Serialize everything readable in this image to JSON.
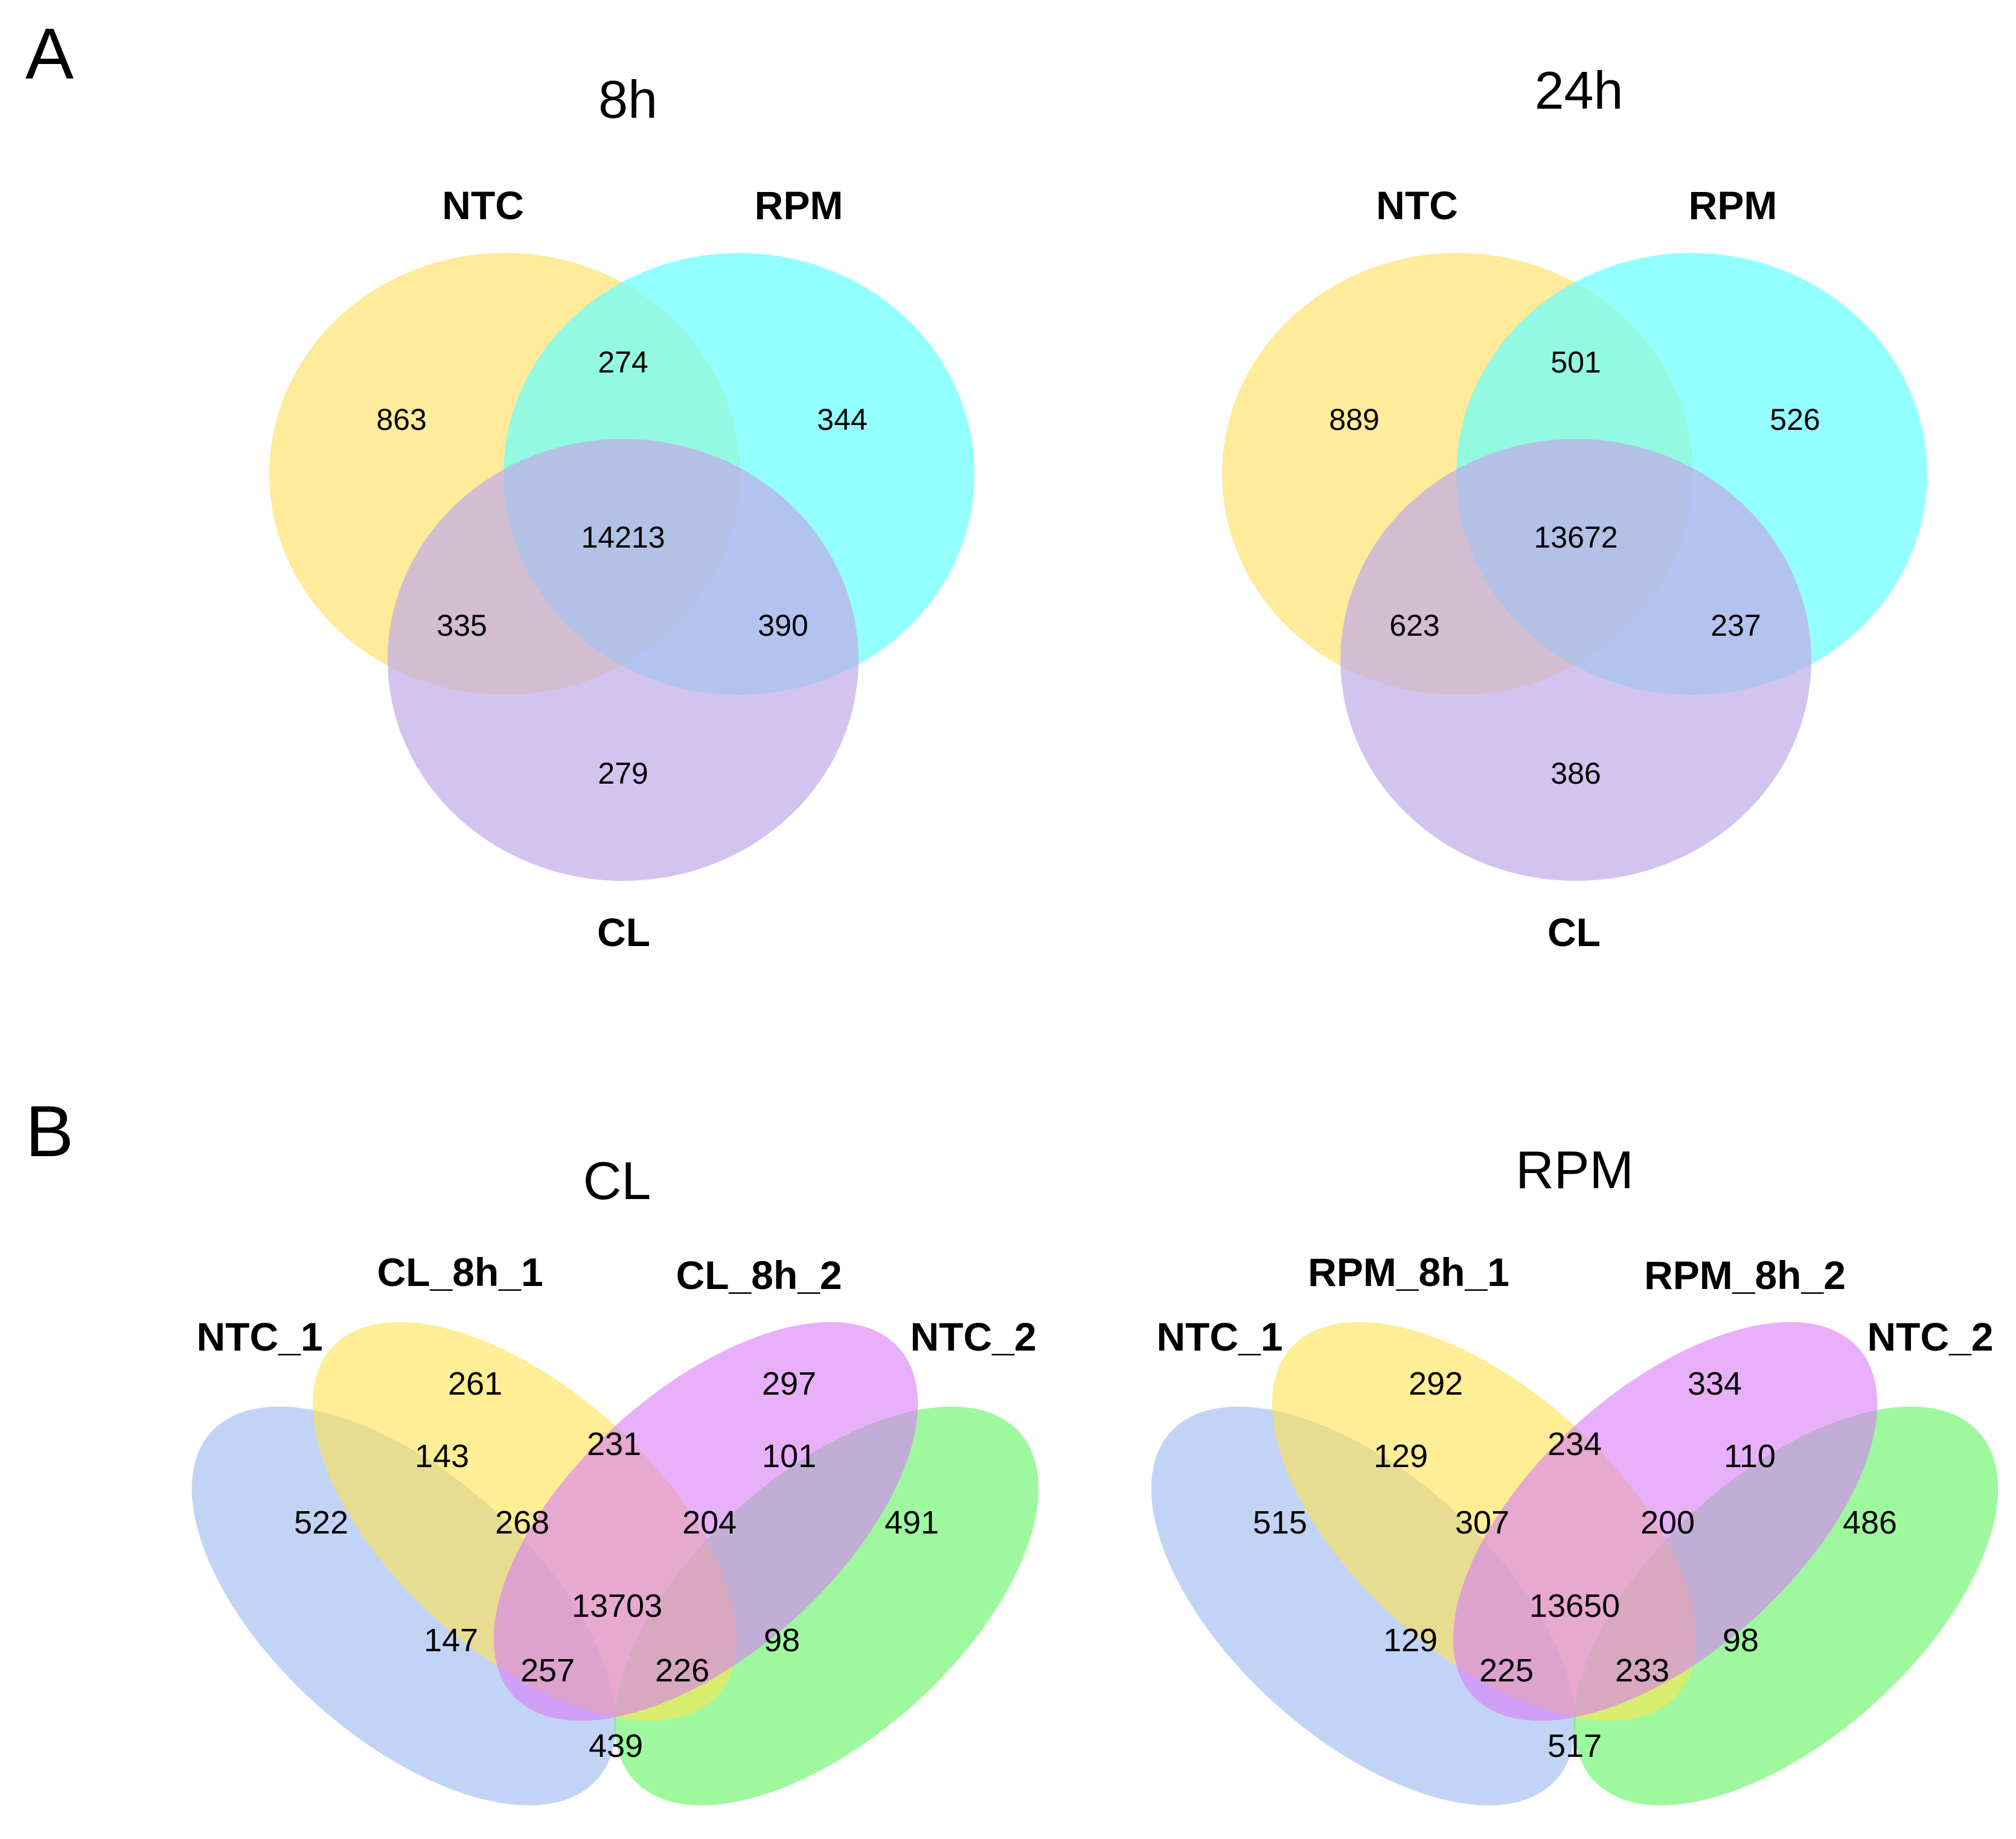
{
  "panels": [
    {
      "letter": "A"
    },
    {
      "letter": "B"
    }
  ],
  "venn3": [
    {
      "title": "8h",
      "sets": [
        {
          "label": "NTC",
          "color": "#ffe680"
        },
        {
          "label": "RPM",
          "color": "#66ffff"
        },
        {
          "label": "CL",
          "color": "#c0aae8"
        }
      ],
      "counts": {
        "ntc_only": "863",
        "rpm_only": "344",
        "cl_only": "279",
        "ntc_rpm": "274",
        "ntc_cl": "335",
        "rpm_cl": "390",
        "all": "14213"
      }
    },
    {
      "title": "24h",
      "sets": [
        {
          "label": "NTC",
          "color": "#ffe680"
        },
        {
          "label": "RPM",
          "color": "#66ffff"
        },
        {
          "label": "CL",
          "color": "#c0aae8"
        }
      ],
      "counts": {
        "ntc_only": "889",
        "rpm_only": "526",
        "cl_only": "386",
        "ntc_rpm": "501",
        "ntc_cl": "623",
        "rpm_cl": "237",
        "all": "13672"
      }
    }
  ],
  "venn4": [
    {
      "title": "CL",
      "sets": [
        {
          "label": "NTC_1",
          "color": "#8fb0ee"
        },
        {
          "label": "CL_8h_1",
          "color": "#ffe34f"
        },
        {
          "label": "CL_8h_2",
          "color": "#d97cf8"
        },
        {
          "label": "NTC_2",
          "color": "#5ef55e"
        }
      ],
      "counts": {
        "r1": "522",
        "r2": "261",
        "r3": "297",
        "r4": "491",
        "r5": "143",
        "r6": "231",
        "r7": "101",
        "r8": "268",
        "r9": "204",
        "r10": "13703",
        "r11": "147",
        "r12": "98",
        "r13": "257",
        "r14": "226",
        "r15": "439"
      }
    },
    {
      "title": "RPM",
      "sets": [
        {
          "label": "NTC_1",
          "color": "#8fb0ee"
        },
        {
          "label": "RPM_8h_1",
          "color": "#ffe34f"
        },
        {
          "label": "RPM_8h_2",
          "color": "#d97cf8"
        },
        {
          "label": "NTC_2",
          "color": "#5ef55e"
        }
      ],
      "counts": {
        "r1": "515",
        "r2": "292",
        "r3": "334",
        "r4": "486",
        "r5": "129",
        "r6": "234",
        "r7": "110",
        "r8": "307",
        "r9": "200",
        "r10": "13650",
        "r11": "129",
        "r12": "98",
        "r13": "225",
        "r14": "233",
        "r15": "517"
      }
    }
  ]
}
